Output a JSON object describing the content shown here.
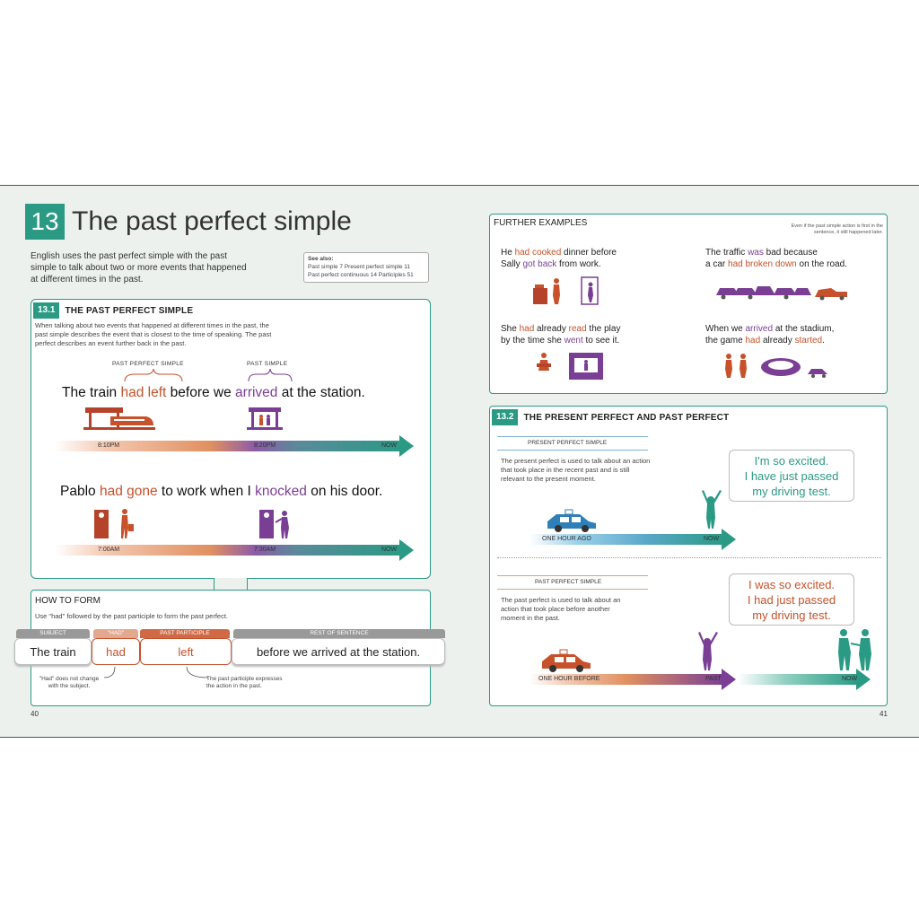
{
  "chapter": {
    "number": "13",
    "title": "The past perfect simple"
  },
  "intro": "English uses the past perfect simple with the past simple to talk about two or more events that happened at different times in the past.",
  "see_also": {
    "heading": "See also:",
    "line1": "Past simple  7   Present perfect simple  11",
    "line2": "Past perfect continuous  14   Participles  51"
  },
  "section1": {
    "number": "13.1",
    "title": "THE PAST PERFECT SIMPLE",
    "description": "When talking about two events that happened at different times in the past, the past simple describes the event that is closest to the time of speaking. The past perfect describes an event further back in the past.",
    "label_past_perfect": "PAST PERFECT SIMPLE",
    "label_past_simple": "PAST SIMPLE",
    "example1": {
      "a": "The train ",
      "b": "had left",
      "c": " before we ",
      "d": "arrived",
      "e": " at the station.",
      "t1": "8:10PM",
      "t2": "8:20PM",
      "now": "NOW"
    },
    "example2": {
      "a": "Pablo ",
      "b": "had gone",
      "c": " to work when I ",
      "d": "knocked",
      "e": " on his door.",
      "t1": "7:00AM",
      "t2": "7:30AM",
      "now": "NOW"
    }
  },
  "how_to_form": {
    "title": "HOW TO FORM",
    "description": "Use \"had\" followed by the past participle to form the past perfect.",
    "cap_subject": "SUBJECT",
    "cap_had": "\"HAD\"",
    "cap_pp": "PAST PARTICIPLE",
    "cap_rest": "REST OF SENTENCE",
    "cell_subject": "The train",
    "cell_had": "had",
    "cell_pp": "left",
    "cell_rest": "before we arrived at the station.",
    "note_had": "\"Had\" does not change with the subject.",
    "note_pp": "The past participle expresses the action in the past."
  },
  "further": {
    "title": "FURTHER EXAMPLES",
    "note": "Even if the past simple action is first in the sentence, it still happened later.",
    "ex1": {
      "a": "He ",
      "b": "had cooked",
      "c": " dinner before",
      "d": "Sally ",
      "e": "got back",
      "f": " from work."
    },
    "ex2": {
      "a": "The traffic ",
      "b": "was",
      "c": " bad because",
      "d": "a car ",
      "e": "had broken down",
      "f": " on the road."
    },
    "ex3": {
      "a": "She ",
      "b": "had",
      "c": " already ",
      "d": "read",
      "e": " the play",
      "f": "by the time she ",
      "g": "went",
      "h": " to see it."
    },
    "ex4": {
      "a": "When we ",
      "b": "arrived",
      "c": " at the stadium,",
      "d": "the game ",
      "e": "had",
      "f": " already ",
      "g": "started",
      "h": "."
    }
  },
  "section2": {
    "number": "13.2",
    "title": "THE PRESENT PERFECT AND PAST PERFECT",
    "pp_label": "PRESENT PERFECT SIMPLE",
    "pp_desc": "The present perfect is used to talk about an action that took place in the recent past and is still relevant to the present moment.",
    "pp_speech1": "I'm so excited.",
    "pp_speech2": "I have just passed",
    "pp_speech3": "my driving test.",
    "pp_t1": "ONE HOUR AGO",
    "pp_now": "NOW",
    "pst_label": "PAST PERFECT SIMPLE",
    "pst_desc": "The past perfect is used to talk about an action that took place before another moment in the past.",
    "pst_speech1": "I was so excited.",
    "pst_speech2": "I had just passed",
    "pst_speech3": "my driving test.",
    "pst_t1": "ONE HOUR BEFORE",
    "pst_past": "PAST",
    "pst_now": "NOW"
  },
  "pages": {
    "left": "40",
    "right": "41"
  },
  "colors": {
    "teal": "#2a9a85",
    "orange": "#c6512a",
    "purple": "#7a3f94"
  }
}
